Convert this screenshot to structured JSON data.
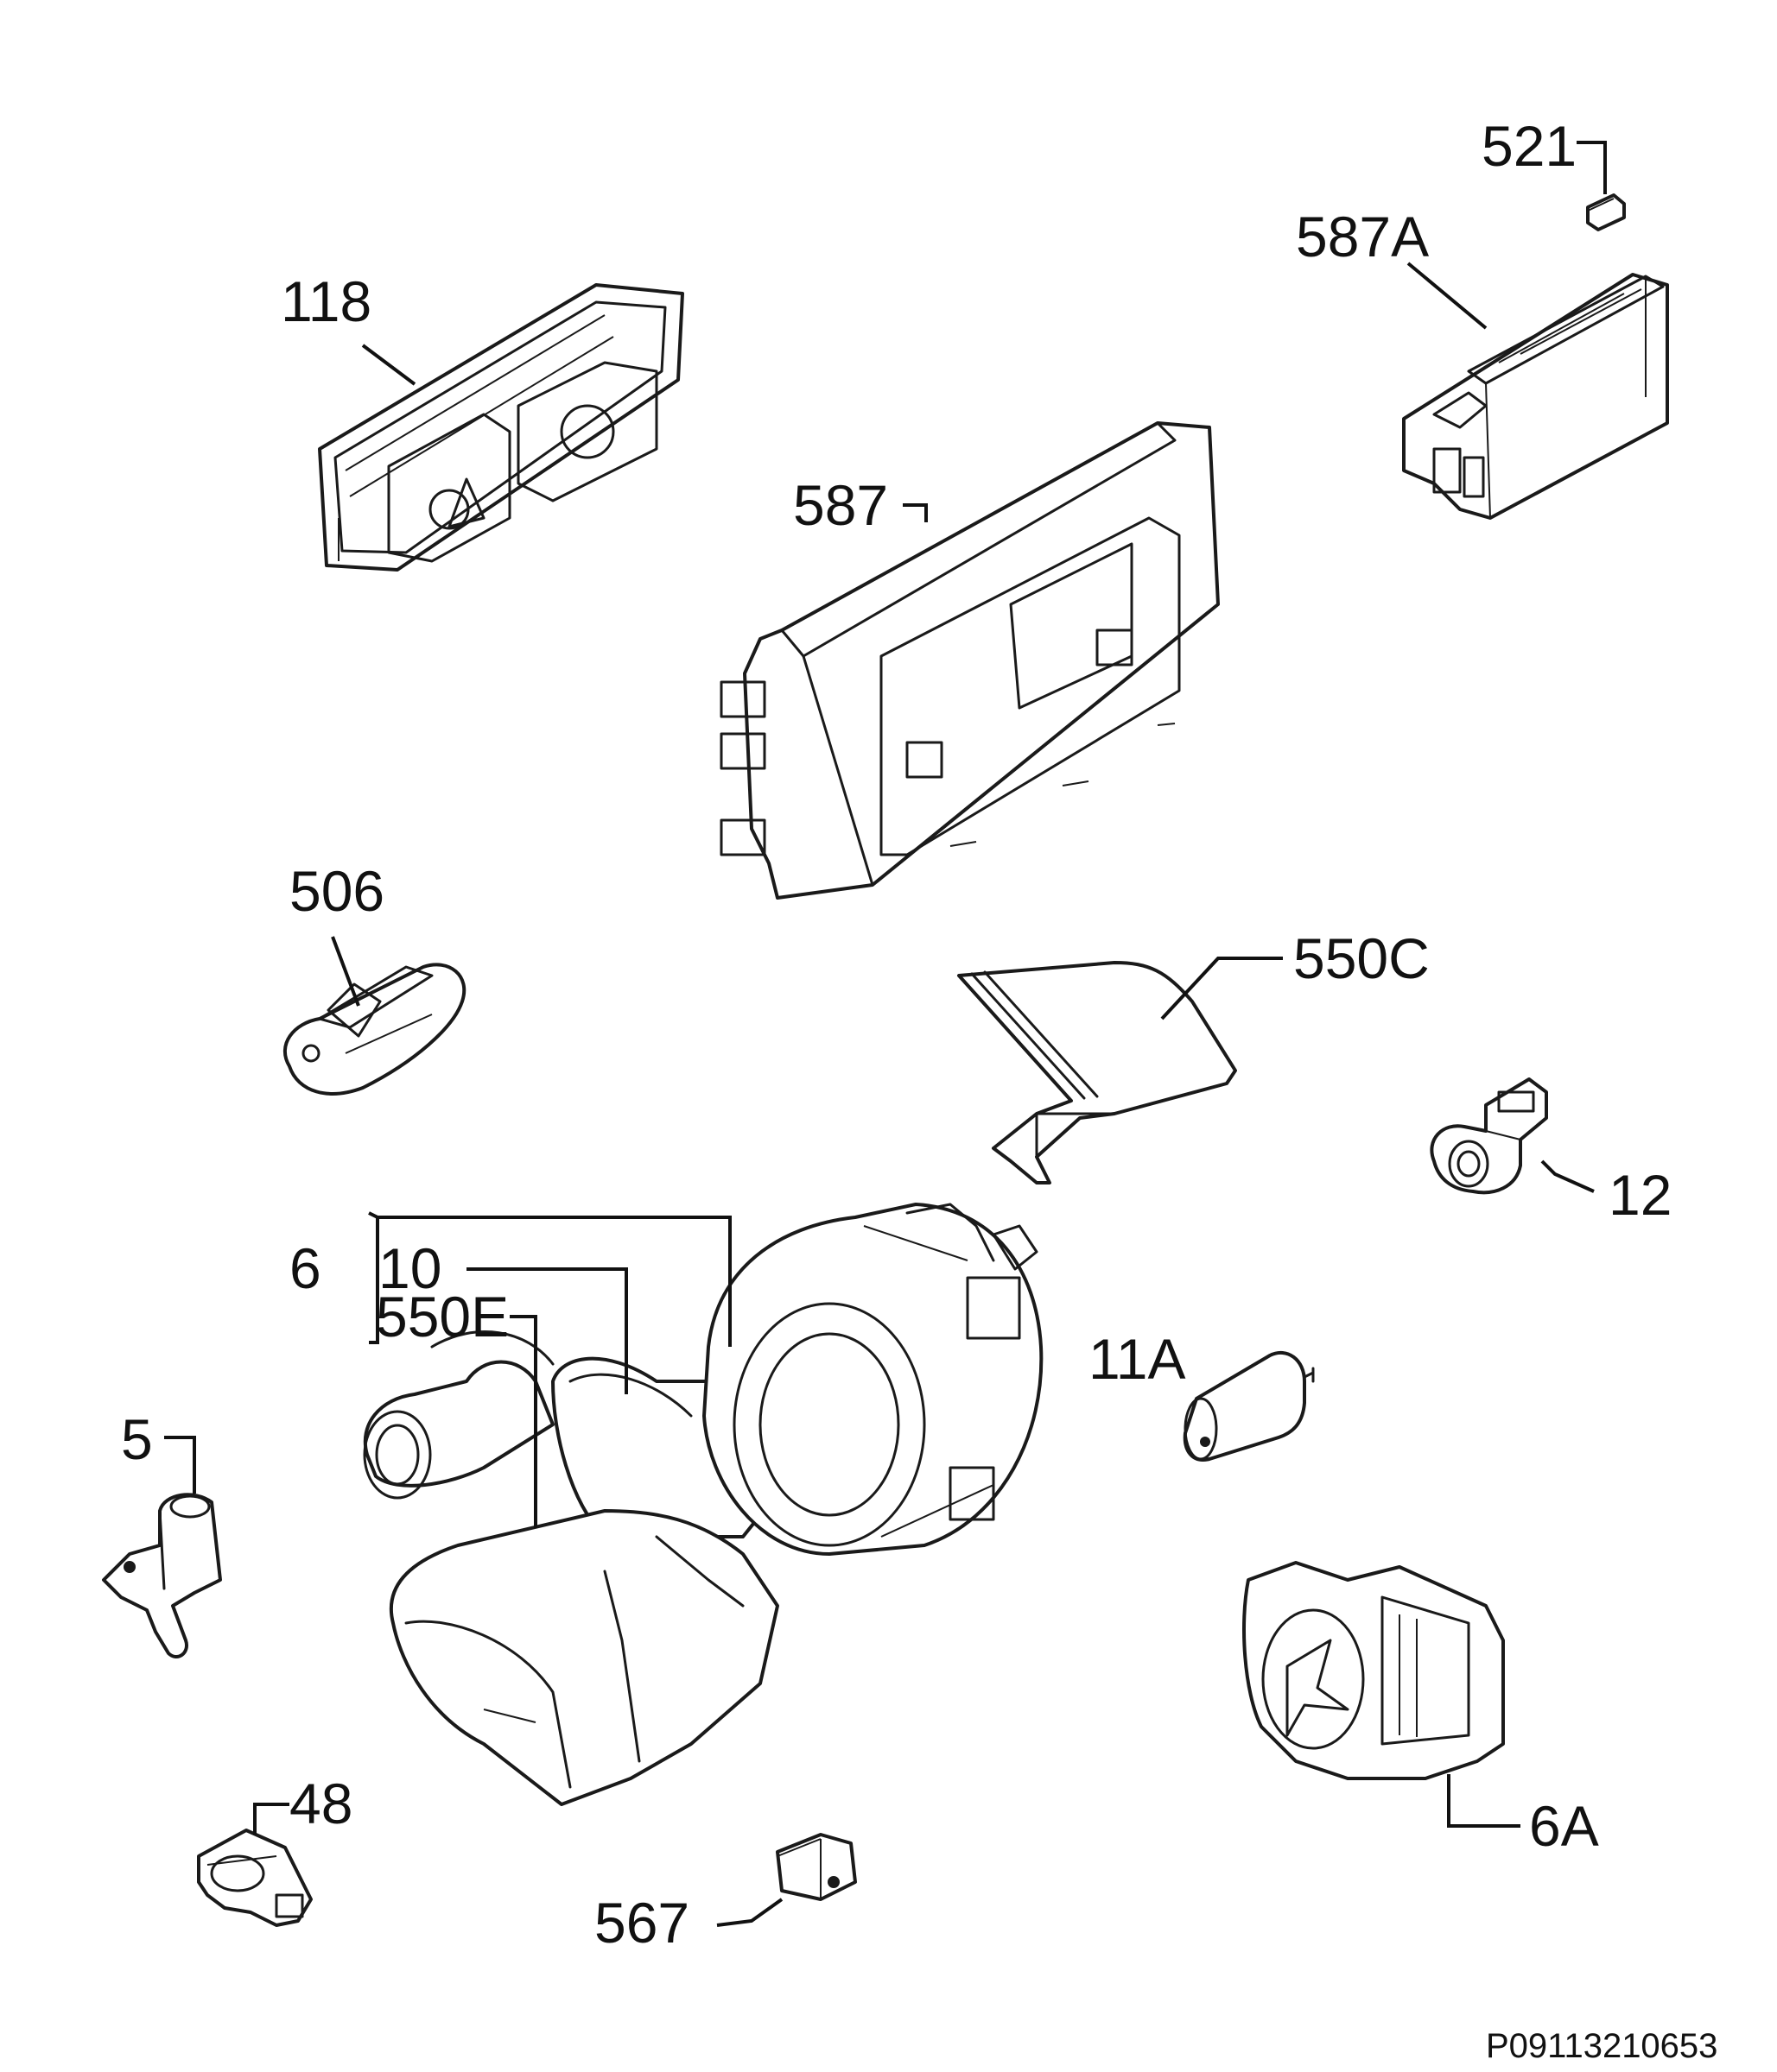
{
  "labels": {
    "p118": "118",
    "p521": "521",
    "p587A": "587A",
    "p587": "587",
    "p506": "506",
    "p550C": "550C",
    "p12": "12",
    "p6": "6",
    "p10": "10",
    "p550E": "550E",
    "p11A": "11A",
    "p5": "5",
    "p48": "48",
    "p567": "567",
    "p6A": "6A"
  },
  "footer": {
    "code": "P09113210653"
  }
}
